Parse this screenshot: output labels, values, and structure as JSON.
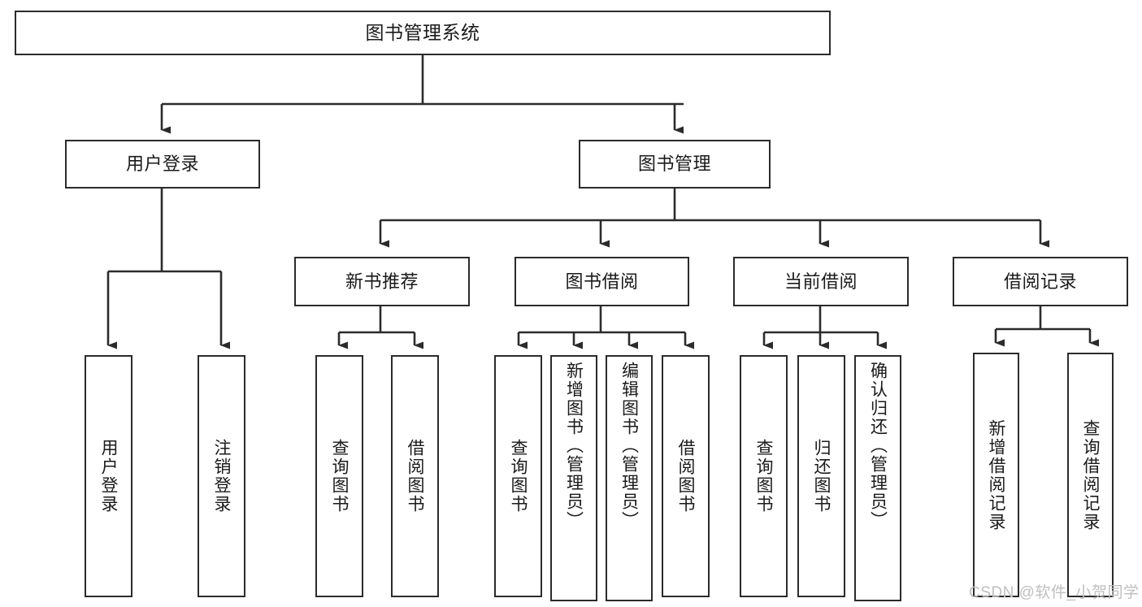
{
  "diagram": {
    "title": "图书管理系统",
    "type": "tree-hierarchy",
    "watermark": "CSDN @软件_小贺同学",
    "colors": {
      "background": "#ffffff",
      "border": "#2b2b2b",
      "text": "#1a1a1a",
      "watermark": "#bfbfbf"
    },
    "nodes": {
      "root": "图书管理系统",
      "tier2": {
        "user_login": "用户登录",
        "book_manage": "图书管理"
      },
      "tier3": {
        "new_book_recommend": "新书推荐",
        "book_borrow": "图书借阅",
        "current_borrow": "当前借阅",
        "borrow_record": "借阅记录"
      },
      "leaves": {
        "user_login_1": "用户登录",
        "user_login_2": "注销登录",
        "new_book_1": "查询图书",
        "new_book_2": "借阅图书",
        "borrow_1": "查询图书",
        "borrow_2": "新增图书（管理员）",
        "borrow_3": "编辑图书（管理员）",
        "borrow_4": "借阅图书",
        "current_1": "查询图书",
        "current_2": "归还图书",
        "current_3": "确认归还（管理员）",
        "record_1": "新增借阅记录",
        "record_2": "查询借阅记录"
      }
    }
  }
}
